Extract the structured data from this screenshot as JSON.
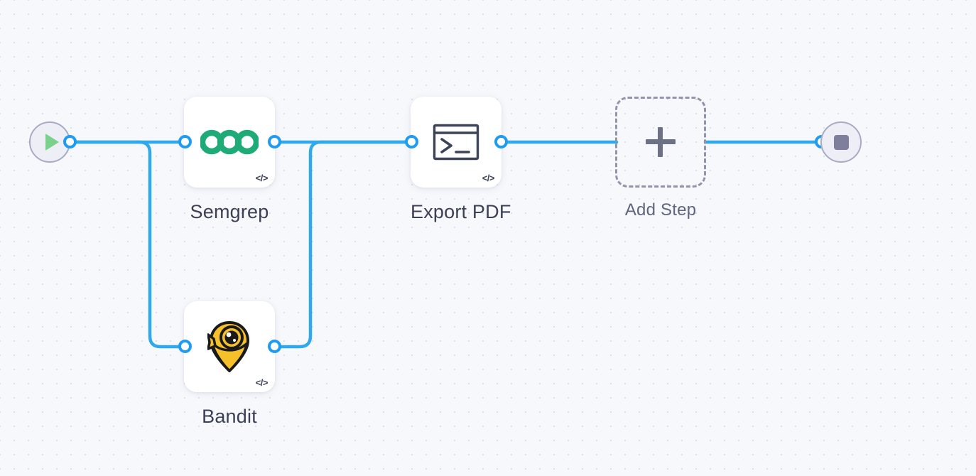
{
  "canvas": {
    "name": "workflow-canvas",
    "background_color": "#f7f8fc",
    "dot_color": "#dcdde8",
    "edge_color": "#2fa8ec",
    "port_color": "#1f9cf0"
  },
  "terminals": {
    "start": {
      "name": "start-node",
      "icon": "play-icon",
      "icon_color": "#79d18c",
      "fill": "#eeeef6",
      "border": "#a9aac4"
    },
    "end": {
      "name": "end-node",
      "icon": "stop-icon",
      "icon_color": "#7e7f9c",
      "fill": "#eeeef6",
      "border": "#a9aac4"
    }
  },
  "nodes": [
    {
      "id": "semgrep",
      "label": "Semgrep",
      "icon": "semgrep-logo-icon",
      "icon_color": "#1fab78",
      "badge": "</>",
      "badge_icon": "code-badge-icon"
    },
    {
      "id": "bandit",
      "label": "Bandit",
      "icon": "bandit-logo-icon",
      "icon_color": "#f5c02a",
      "badge": "</>",
      "badge_icon": "code-badge-icon"
    },
    {
      "id": "export_pdf",
      "label": "Export PDF",
      "icon": "terminal-icon",
      "icon_color": "#3d4358",
      "badge": "</>",
      "badge_icon": "code-badge-icon"
    }
  ],
  "add_step": {
    "label": "Add Step",
    "icon": "plus-icon",
    "icon_color": "#6d7186",
    "border_color": "#9194ad"
  }
}
